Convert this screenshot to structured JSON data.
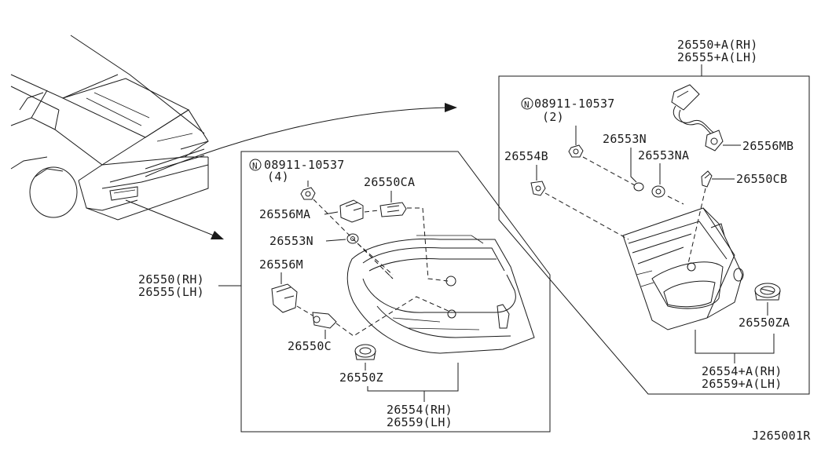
{
  "labels": {
    "top_rh": "26550+A(RH)",
    "top_lh": "26555+A(LH)",
    "bolt_right": "08911-10537",
    "bolt_right_qty": "(2)",
    "bolt_left": "08911-10537",
    "bolt_left_qty": "(4)",
    "n_symbol": "N",
    "p26553N_right": "26553N",
    "p26553NA": "26553NA",
    "p26554B": "26554B",
    "p26556MB": "26556MB",
    "p26550CB": "26550CB",
    "p26550ZA": "26550ZA",
    "bottom_right_rh": "26554+A(RH)",
    "bottom_right_lh": "26559+A(LH)",
    "p26550CA": "26550CA",
    "p26556MA": "26556MA",
    "p26553N_left": "26553N",
    "p26556M": "26556M",
    "left_rh": "26550(RH)",
    "left_lh": "26555(LH)",
    "p26550C": "26550C",
    "p26550Z": "26550Z",
    "bottom_left_rh": "26554(RH)",
    "bottom_left_lh": "26559(LH)",
    "diagram_id": "J265001R"
  }
}
